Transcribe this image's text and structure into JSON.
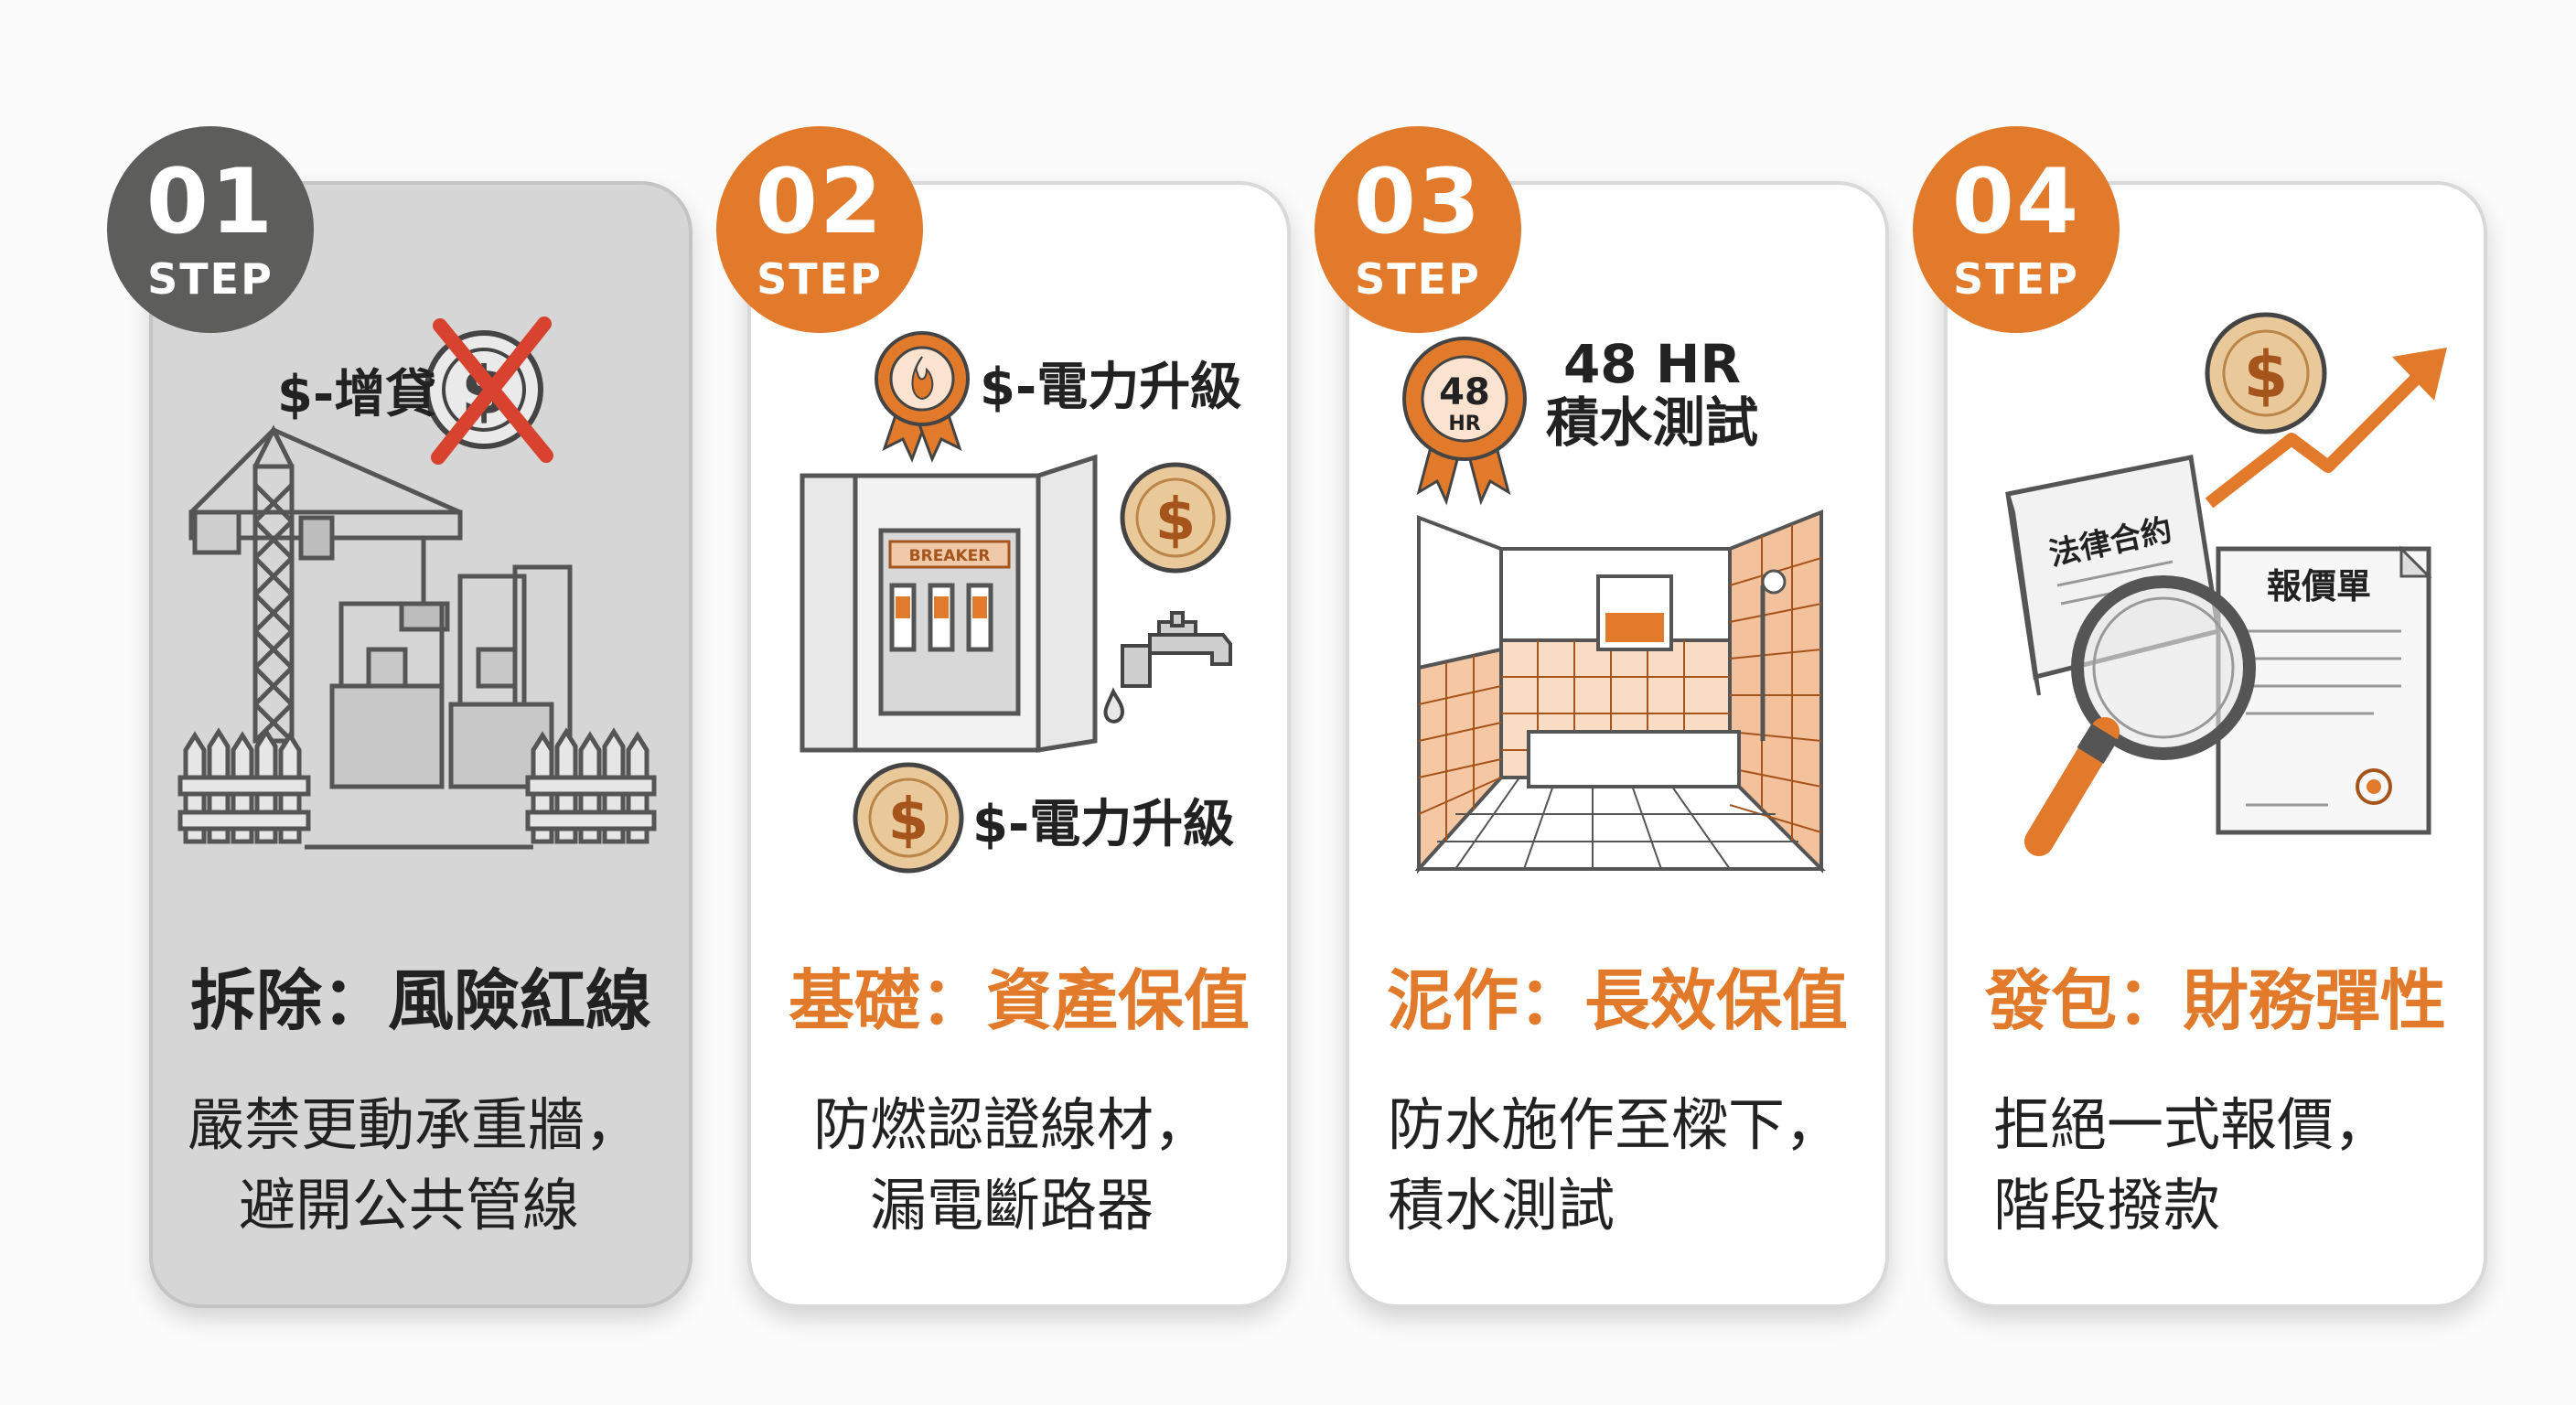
{
  "steps": [
    {
      "number": "01",
      "step_label": "STEP",
      "title": "拆除：風險紅線",
      "desc_line1": "嚴禁更動承重牆，",
      "desc_line2": "避開公共管線",
      "illustration": {
        "label": "$-增貸",
        "icons": [
          "crossed-out-coin-icon",
          "construction-crane-icon",
          "fence-icon"
        ]
      }
    },
    {
      "number": "02",
      "step_label": "STEP",
      "title": "基礎：資產保值",
      "desc_line1": "防燃認證線材，",
      "desc_line2": "漏電斷路器",
      "illustration": {
        "label_top": "$-電力升級",
        "label_bottom": "$-電力升級",
        "breaker_text": "BREAKER",
        "icons": [
          "award-ribbon-fire-icon",
          "breaker-panel-icon",
          "coin-icon",
          "faucet-icon"
        ]
      }
    },
    {
      "number": "03",
      "step_label": "STEP",
      "title": "泥作：長效保值",
      "desc_line1": "防水施作至樑下，",
      "desc_line2": "積水測試",
      "illustration": {
        "badge_num": "48",
        "badge_unit": "HR",
        "label_line1": "48 HR",
        "label_line2": "積水測試",
        "icons": [
          "award-ribbon-icon",
          "tiled-bathroom-icon"
        ]
      }
    },
    {
      "number": "04",
      "step_label": "STEP",
      "title": "發包：財務彈性",
      "desc_line1": "拒絕一式報價，",
      "desc_line2": "階段撥款",
      "illustration": {
        "contract_label": "法律合約",
        "quote_label": "報價單",
        "icons": [
          "coin-icon",
          "trend-arrow-icon",
          "contract-book-icon",
          "quote-document-icon",
          "magnifier-icon"
        ]
      }
    }
  ],
  "colors": {
    "accent": "#e27a2b",
    "badge_gray": "#5d5d5b",
    "card_gray": "#d6d6d6",
    "text": "#222222"
  }
}
